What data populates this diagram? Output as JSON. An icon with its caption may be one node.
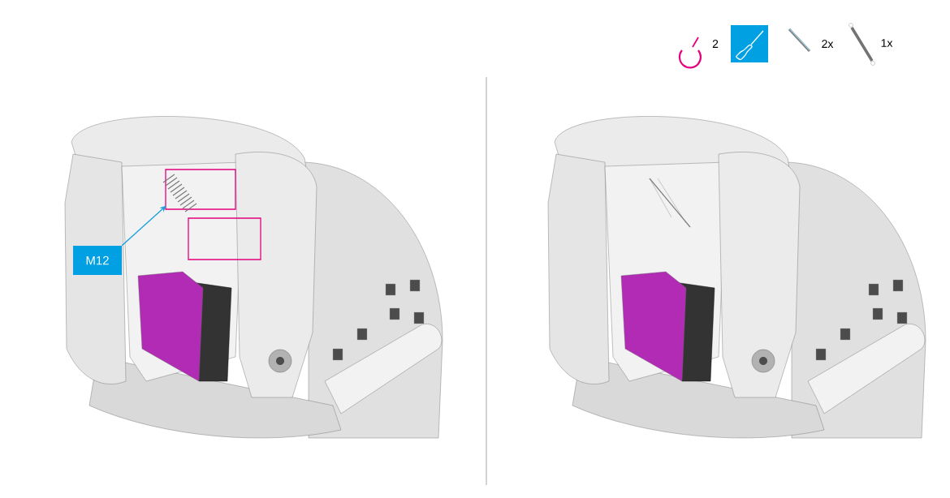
{
  "diagram": {
    "nodes": [
      {
        "text": [
          "M12"
        ]
      },
      {
        "text": [],
        "shape": "picture"
      }
    ],
    "edges": [
      {
        "from": 0,
        "to": 1,
        "arrow": "to"
      }
    ],
    "labels": [
      "2",
      "2x",
      "1x"
    ]
  }
}
